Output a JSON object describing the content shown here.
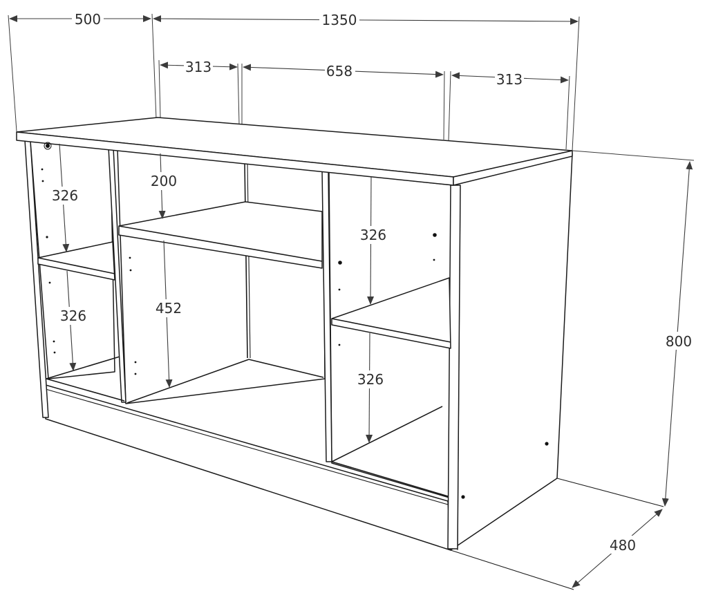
{
  "drawing": {
    "title": "TV stand cabinet dimension drawing",
    "units": "mm",
    "line_color": "#1a1a1a",
    "dimension_color": "#3b3b3b",
    "background": "#ffffff"
  },
  "dimensions": {
    "overall_width": "1350",
    "overall_height": "800",
    "overall_depth": "480",
    "offset_left": "500",
    "top_left_section": "313",
    "top_center_section": "658",
    "top_right_section": "313",
    "left_upper_compartment": "326",
    "left_lower_compartment": "326",
    "center_upper_compartment": "200",
    "center_lower_compartment": "452",
    "right_upper_compartment": "326",
    "right_lower_compartment": "326"
  }
}
